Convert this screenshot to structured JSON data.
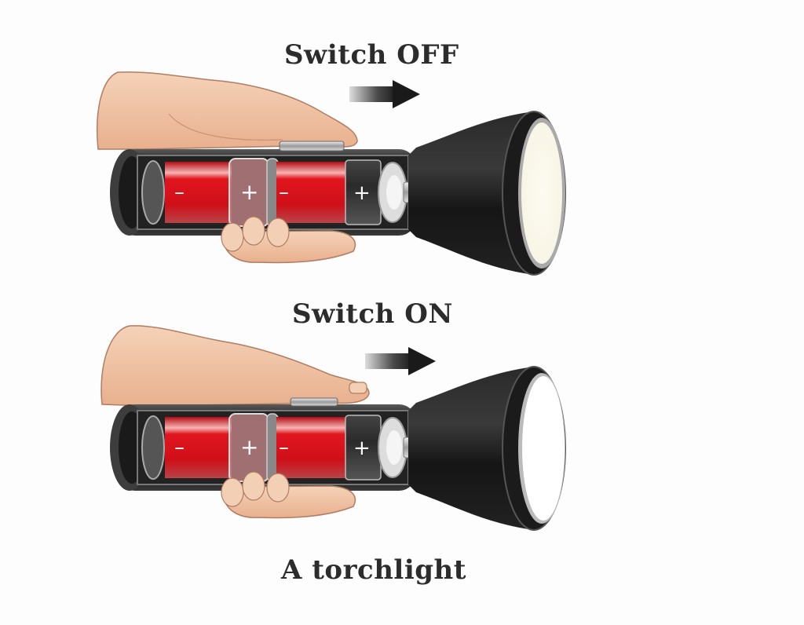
{
  "figure": {
    "caption": "A torchlight",
    "panels": [
      {
        "id": "off",
        "label": "Switch OFF",
        "arrow_direction": "right",
        "lens_color": "#fbf8ec",
        "lens_state": "off"
      },
      {
        "id": "on",
        "label": "Switch ON",
        "arrow_direction": "right",
        "lens_color": "#ffffff",
        "lens_state": "on"
      }
    ],
    "battery_markings": {
      "negative": "–",
      "positive": "+"
    }
  },
  "colors": {
    "battery_red": "#d8121b",
    "body_black": "#1c1c1c",
    "skin": "#f2c8a8",
    "text": "#2c2c2c",
    "background": "#fdfdfd"
  }
}
